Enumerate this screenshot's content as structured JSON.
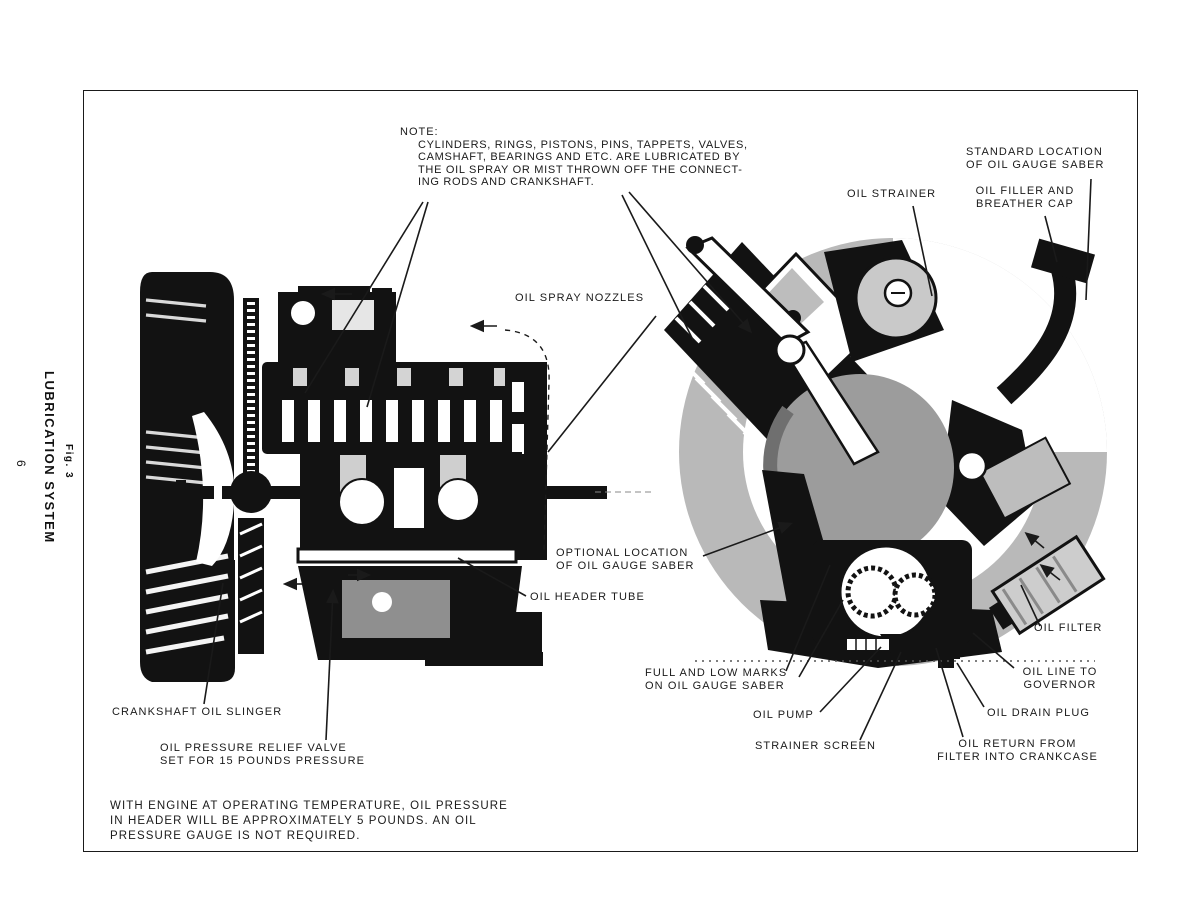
{
  "page": {
    "number": "6",
    "figure": "Fig. 3",
    "side_title": "LUBRICATION SYSTEM"
  },
  "note": {
    "heading": "NOTE:",
    "body": "CYLINDERS, RINGS, PISTONS, PINS, TAPPETS, VALVES,\nCAMSHAFT, BEARINGS AND ETC. ARE LUBRICATED BY\nTHE OIL SPRAY OR MIST THROWN OFF THE CONNECT-\nING RODS AND CRANKSHAFT."
  },
  "callouts": {
    "oil_spray_nozzles": "OIL SPRAY NOZZLES",
    "standard_location": "STANDARD LOCATION\nOF OIL GAUGE SABER",
    "oil_strainer": "OIL STRAINER",
    "oil_filler_breather": "OIL FILLER AND\nBREATHER CAP",
    "optional_location": "OPTIONAL LOCATION\nOF OIL GAUGE SABER",
    "oil_header_tube": "OIL HEADER TUBE",
    "full_low_marks": "FULL AND LOW MARKS\nON OIL GAUGE SABER",
    "oil_pump": "OIL PUMP",
    "strainer_screen": "STRAINER SCREEN",
    "oil_return": "OIL RETURN FROM\nFILTER INTO CRANKCASE",
    "oil_drain_plug": "OIL DRAIN PLUG",
    "oil_line_governor": "OIL LINE TO\nGOVERNOR",
    "oil_filter": "OIL FILTER",
    "crankshaft_oil_slinger": "CRANKSHAFT OIL SLINGER",
    "relief_valve": "OIL PRESSURE RELIEF VALVE\nSET FOR 15 POUNDS PRESSURE"
  },
  "footnote": "WITH ENGINE AT OPERATING TEMPERATURE, OIL PRESSURE\nIN HEADER WILL BE APPROXIMATELY 5 POUNDS. AN OIL\nPRESSURE GAUGE IS NOT REQUIRED.",
  "colors": {
    "ink": "#1a1a1a",
    "paper": "#ffffff",
    "halftone_light": "#b9b9b9",
    "halftone_mid": "#9c9c9c"
  }
}
